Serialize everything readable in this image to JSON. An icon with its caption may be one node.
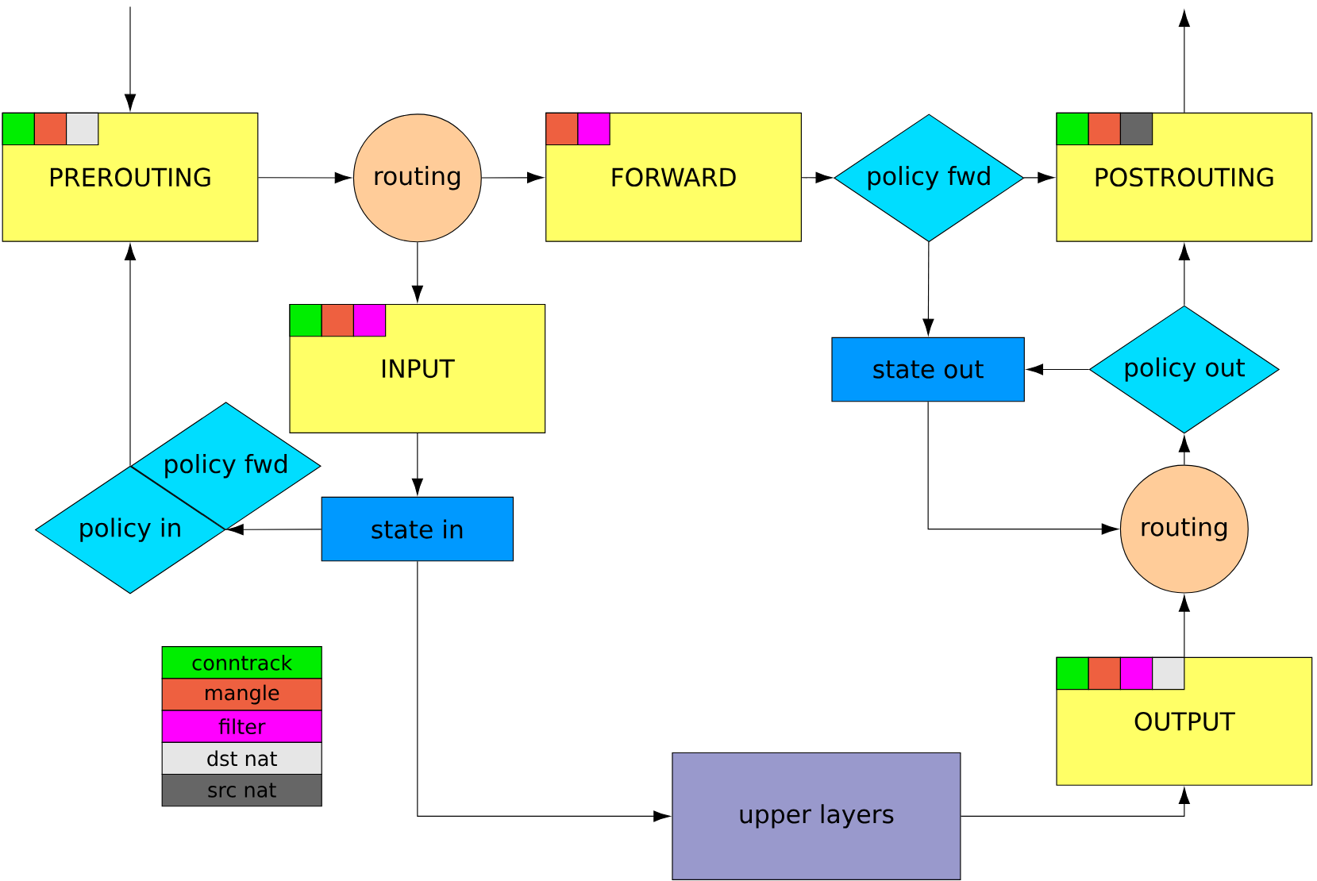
{
  "diagram": {
    "nodes": [
      {
        "text": [
          "PREROUTING"
        ]
      },
      {
        "text": [
          "routing"
        ]
      },
      {
        "text": [
          "FORWARD"
        ]
      },
      {
        "text": [
          "policy fwd"
        ]
      },
      {
        "text": [
          "POSTROUTING"
        ]
      },
      {
        "text": [
          "INPUT"
        ]
      },
      {
        "text": [
          "state out"
        ]
      },
      {
        "text": [
          "policy out"
        ]
      },
      {
        "text": [
          "policy fwd"
        ]
      },
      {
        "text": [
          "policy in"
        ]
      },
      {
        "text": [
          "state in"
        ]
      },
      {
        "text": [
          "routing"
        ]
      },
      {
        "text": [
          "OUTPUT"
        ]
      },
      {
        "text": [
          "upper layers"
        ]
      }
    ],
    "edges": [
      {
        "from": null,
        "to": 0,
        "arrow": "to"
      },
      {
        "from": 0,
        "to": 1,
        "arrow": "to"
      },
      {
        "from": 1,
        "to": 2,
        "arrow": "to"
      },
      {
        "from": 2,
        "to": 3,
        "arrow": "to"
      },
      {
        "from": 3,
        "to": 4,
        "arrow": "to"
      },
      {
        "from": 4,
        "to": null,
        "arrow": "to"
      },
      {
        "from": 1,
        "to": 5,
        "arrow": "to"
      },
      {
        "from": 3,
        "to": 6,
        "arrow": "to"
      },
      {
        "from": 7,
        "to": 6,
        "arrow": "to"
      },
      {
        "from": 7,
        "to": 4,
        "arrow": "to"
      },
      {
        "from": 11,
        "to": 7,
        "arrow": "to"
      },
      {
        "from": 6,
        "to": 11,
        "arrow": "to"
      },
      {
        "from": 12,
        "to": 11,
        "arrow": "to"
      },
      {
        "from": 13,
        "to": 12,
        "arrow": "to"
      },
      {
        "from": 10,
        "to": 13,
        "arrow": "to"
      },
      {
        "from": 5,
        "to": 10,
        "arrow": "to"
      },
      {
        "from": 10,
        "to": 9,
        "arrow": "to"
      },
      {
        "from": 9,
        "to": 0,
        "arrow": "to"
      }
    ],
    "legend": [
      {
        "text": "conntrack",
        "color": "#00ee00"
      },
      {
        "text": "mangle",
        "color": "#ee6040"
      },
      {
        "text": "filter",
        "color": "#ff00ff"
      },
      {
        "text": "dst nat",
        "color": "#e6e6e6"
      },
      {
        "text": "src nat",
        "color": "#666666"
      }
    ]
  }
}
